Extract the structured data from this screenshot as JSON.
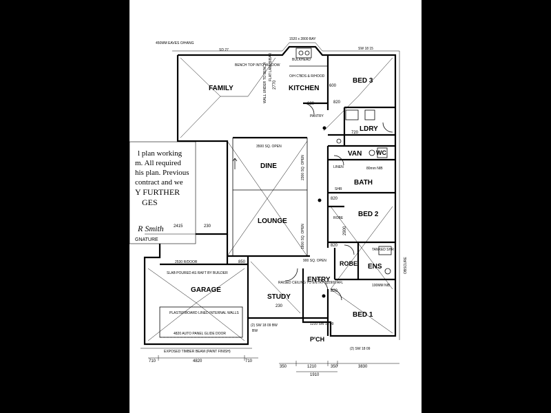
{
  "header": {
    "eaves": "450MM EAVES O/HANG",
    "bay": "1520 x 2800 BAY",
    "sd_top": "SD 27",
    "sw_top": "SW 18 15"
  },
  "rooms": {
    "family": "FAMILY",
    "kitchen": "KITCHEN",
    "bed3": "BED 3",
    "ldry": "LDRY",
    "dine": "DINE",
    "van": "VAN",
    "wc": "WC",
    "bath": "BATH",
    "lounge": "LOUNGE",
    "bed2": "BED 2",
    "garage": "GARAGE",
    "study": "STUDY",
    "entry": "ENTRY",
    "robe": "ROBE",
    "ens": "ENS",
    "bed1": "BED 1",
    "porch": "P'CH"
  },
  "notes": {
    "bench": "BENCH TOP INTO WINDOW",
    "bulkhead": "BULKHEAD",
    "oh_cbds": "O/H C'BDS & R/HOOD",
    "flat_lam": "FLAT LAM. B/BAR",
    "wall_under": "WALL UNDER TO BENCH",
    "pantry": "PANTRY",
    "open_3500": "3500 SQ. OPEN",
    "open_2300": "2300 SQ. OPEN",
    "open_1800": "1800 SQ. OPEN",
    "open_900": "900 SQ. OPEN",
    "linen": "LINEN",
    "shr": "SHR",
    "robe_bed2": "ROBE",
    "tanked": "TANKED SHR",
    "slab": "SLAB POURED AS RAFT BY BUILDER",
    "r_door": "2530 R/DOOR",
    "plaster": "PLASTERBOARD LINED INTERNAL WALLS",
    "glide": "4820 AUTO PANEL GLIDE DOOR",
    "timber": "EXPOSED TIMBER BEAM (PAINT FINISH)",
    "raised": "RAISED CEILING TO ENTRY @2900 AFL",
    "nib": "100MM NIB",
    "sw_1809a": "(2) SW 18 09 BW",
    "sw_1809b": "(2) SW 18 09",
    "sw_1809c": "1210 SW 18 09",
    "bw": "BW",
    "obscure": "OBSCURE",
    "nib_80": "80mm NIB"
  },
  "dims": {
    "d720": "720",
    "d820": "820",
    "d620": "620",
    "d600": "600",
    "d230": "230",
    "d850": "850",
    "d2415": "2415",
    "d710": "710",
    "d4820": "4820",
    "d350": "350",
    "d1210": "1210",
    "d3830": "3830",
    "d1910": "1910",
    "d2900": "2900",
    "d2770": "2770"
  },
  "overlay": {
    "line1": "l plan working",
    "line2": "m. All required",
    "line3": "his plan. Previous",
    "line4": "contract and we",
    "line5": "Y FURTHER",
    "line6": "GES",
    "sign_label": "GNATURE",
    "signature": "R Smith"
  }
}
